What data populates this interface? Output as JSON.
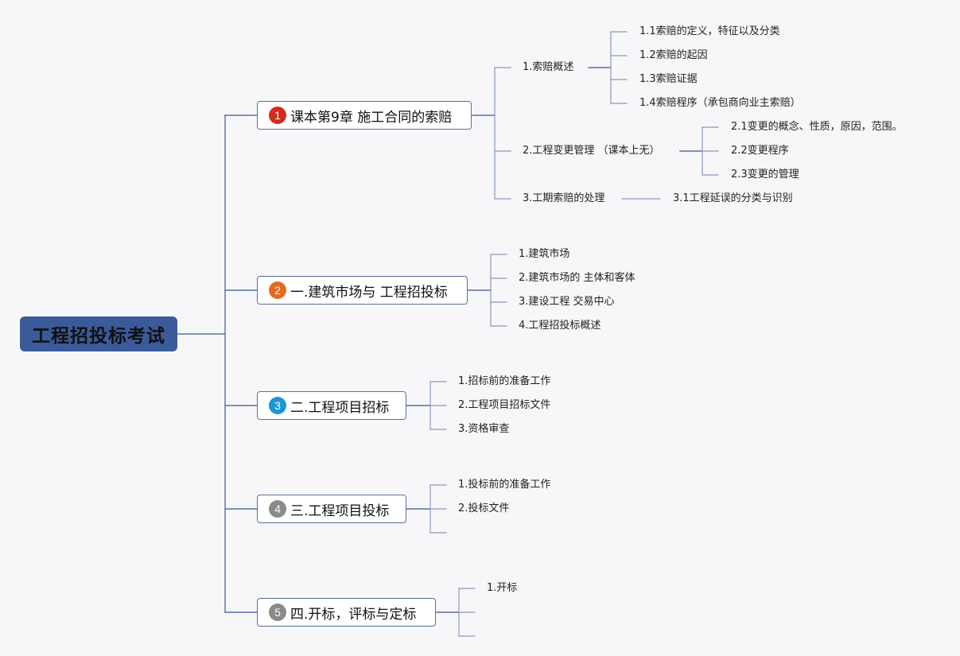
{
  "root": {
    "label": "工程招投标考试",
    "color": "#3b5a9a"
  },
  "branches": [
    {
      "marker": "1",
      "marker_color": "#d42a20",
      "label": "课本第9章 施工合同的索赔"
    },
    {
      "marker": "2",
      "marker_color": "#e56a1d",
      "label": "一.建筑市场与 工程招投标"
    },
    {
      "marker": "3",
      "marker_color": "#1a97d6",
      "label": "二.工程项目招标"
    },
    {
      "marker": "4",
      "marker_color": "#8a8a8a",
      "label": "三.工程项目投标"
    },
    {
      "marker": "5",
      "marker_color": "#8a8a8a",
      "label": "四.开标，评标与定标"
    }
  ],
  "b1": {
    "topics": [
      {
        "label": "1.索赔概述",
        "subs": [
          "1.1索赔的定义，特征以及分类",
          "1.2索赔的起因",
          "1.3索赔证据",
          "1.4索赔程序（承包商向业主索赔）"
        ]
      },
      {
        "label": "2.工程变更管理 （课本上无）",
        "subs": [
          "2.1变更的概念、性质，原因，范围。",
          "2.2变更程序",
          "2.3变更的管理"
        ]
      },
      {
        "label": "3.工期索赔的处理",
        "subs": [
          "3.1工程延误的分类与识别"
        ]
      }
    ]
  },
  "b2": {
    "items": [
      "1.建筑市场",
      "2.建筑市场的 主体和客体",
      "3.建设工程 交易中心",
      "4.工程招投标概述"
    ]
  },
  "b3": {
    "items": [
      "1.招标前的准备工作",
      "2.工程项目招标文件",
      "3.资格审查"
    ]
  },
  "b4": {
    "items": [
      "1.投标前的准备工作",
      "2.投标文件",
      ""
    ]
  },
  "b5": {
    "items": [
      "1.开标",
      "",
      ""
    ]
  },
  "colors": {
    "line": "#5a6f9f",
    "line_light": "#8898bd"
  }
}
